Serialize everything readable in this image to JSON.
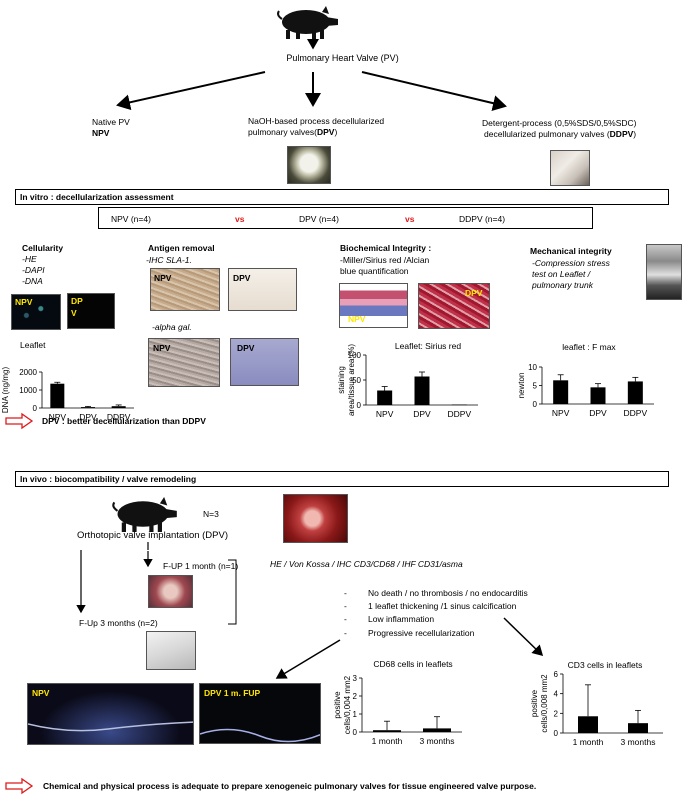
{
  "top": {
    "source": "Pulmonary Heart  Valve (PV)",
    "native": {
      "line1": "Native PV",
      "abbr": "NPV"
    },
    "naoh": {
      "line1": "NaOH-based process decellularized",
      "line2": "pulmonary valves(",
      "abbr": "DPV"
    },
    "detergent": {
      "line1": "Detergent-process (0,5%SDS/0,5%SDC)",
      "line2": "decellularized pulmonary valves (",
      "abbr": "DDPV"
    }
  },
  "invitro": {
    "header": "In vitro : decellularization assessment",
    "groups": [
      "NPV (n=4)",
      "DPV (n=4)",
      "DDPV (n=4)"
    ],
    "vs": "vs",
    "cellularity": {
      "title": "Cellularity",
      "items": [
        "-HE",
        "-DAPI",
        "-DNA"
      ],
      "img_labels": [
        "NPV",
        "DP",
        "V"
      ]
    },
    "antigen": {
      "title": "Antigen removal",
      "sub1": "-IHC  SLA-1.",
      "sub2": "-alpha gal.",
      "img_labels": [
        "NPV",
        "DPV",
        "NPV",
        "DPV"
      ]
    },
    "biochem": {
      "title": "Biochemical  Integrity :",
      "line1": "-Miller/Sirius red /Alcian",
      "line2": "blue quantification",
      "img_labels": [
        "NPV",
        "DPV"
      ]
    },
    "mechanical": {
      "title": "Mechanical integrity",
      "line1": "-Compression stress",
      "line2": "test on Leaflet /",
      "line3": "pulmonary trunk"
    },
    "conclusion": "DPV : better decellularization than DDPV"
  },
  "invivo": {
    "header": "In vivo : biocompatibility / valve remodeling",
    "n": "N=3",
    "implant": "Orthotopic valve implantation (DPV)",
    "fup1": "F-UP 1 month (n=1)",
    "fup3": "F-Up 3 months (n=2)",
    "methods": "HE / Von Kossa / IHC CD3/CD68 /  IHF CD31/asma",
    "findings": [
      "No death / no thrombosis / no endocarditis",
      "1 leaflet thickening  /1 sinus calcification",
      "Low inflammation",
      "Progressive recellularization"
    ],
    "bullet": "-",
    "img_labels": [
      "NPV",
      "DPV 1 m. FUP"
    ]
  },
  "final_conclusion": "Chemical and physical process is adequate to prepare xenogeneic pulmonary valves for tissue engineered valve purpose.",
  "colors": {
    "accent_red": "#e0191b",
    "label_yellow": "#ffe600",
    "bar": "#000000"
  },
  "chart_data": [
    {
      "type": "bar",
      "title": "Leaflet",
      "categories": [
        "NPV",
        "DPV",
        "DDPV"
      ],
      "values": [
        1350,
        50,
        100
      ],
      "errors": [
        80,
        40,
        70
      ],
      "xlabel": "",
      "ylabel": "DNA (ng/mg)",
      "ylim": [
        0,
        2000
      ],
      "yticks": [
        "0",
        "1000",
        "2000"
      ]
    },
    {
      "type": "bar",
      "title": "Leaflet: Sirius red",
      "categories": [
        "NPV",
        "DPV",
        "DDPV"
      ],
      "values": [
        29,
        57,
        1
      ],
      "errors": [
        8,
        9,
        0
      ],
      "xlabel": "",
      "ylabel": "staining area/tissue area (%)",
      "ylim": [
        0,
        100
      ],
      "yticks": [
        "0",
        "50",
        "100"
      ]
    },
    {
      "type": "bar",
      "title": "leaflet : F max",
      "categories": [
        "NPV",
        "DPV",
        "DDPV"
      ],
      "values": [
        6.4,
        4.5,
        6.1
      ],
      "errors": [
        1.5,
        1.0,
        1.1
      ],
      "xlabel": "",
      "ylabel": "newton",
      "ylim": [
        0,
        10
      ],
      "yticks": [
        "0",
        "5",
        "10"
      ]
    },
    {
      "type": "bar",
      "title": "CD68 cells in leaflets",
      "categories": [
        "1 month",
        "3 months"
      ],
      "values": [
        0.1,
        0.2
      ],
      "errors": [
        0.5,
        0.65
      ],
      "xlabel": "",
      "ylabel": "positive cells/0,004 mm2",
      "ylim": [
        0,
        3
      ],
      "yticks": [
        "0",
        "1",
        "2",
        "3"
      ]
    },
    {
      "type": "bar",
      "title": "CD3 cells in leaflets",
      "categories": [
        "1 month",
        "3 months"
      ],
      "values": [
        1.7,
        1.0
      ],
      "errors": [
        3.2,
        1.3
      ],
      "xlabel": "",
      "ylabel": "positive cells/0,008 mm2",
      "ylim": [
        0,
        6
      ],
      "yticks": [
        "0",
        "2",
        "4",
        "6"
      ]
    }
  ]
}
